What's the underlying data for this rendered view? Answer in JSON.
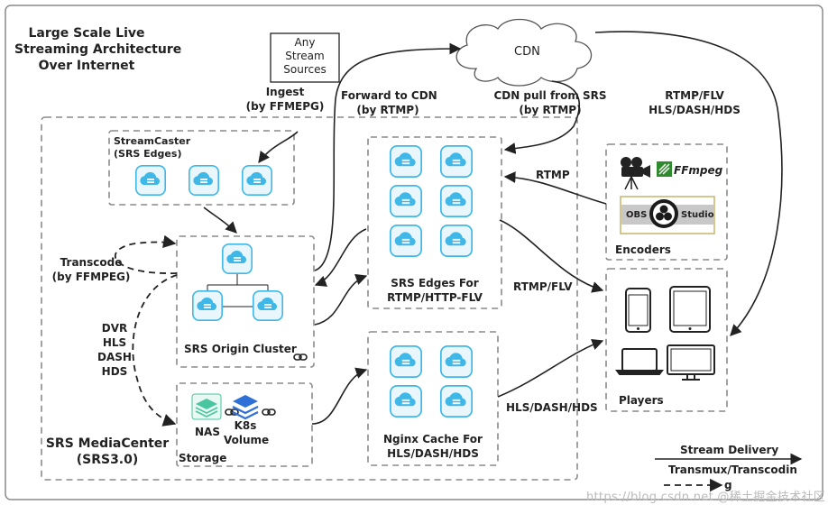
{
  "title": {
    "line1": "Large Scale Live",
    "line2": "Streaming Architecture",
    "line3": "Over Internet"
  },
  "sources": {
    "line1": "Any",
    "line2": "Stream",
    "line3": "Sources"
  },
  "cdn": "CDN",
  "labels": {
    "ingest_1": "Ingest",
    "ingest_2": "(by FFMEPG)",
    "forward_1": "Forward to CDN",
    "forward_2": "(by RTMP)",
    "cdnpull_1": "CDN pull from SRS",
    "cdnpull_2": "(by RTMP)",
    "rtmpflv_right_1": "RTMP/FLV",
    "rtmpflv_right_2": "HLS/DASH/HDS",
    "rtmp": "RTMP",
    "rtmpflv": "RTMP/FLV",
    "hls": "HLS/DASH/HDS",
    "transcode_1": "Transcode",
    "transcode_2": "(by FFMPEG)",
    "dvr": "DVR",
    "dvr_hls": "HLS",
    "dvr_dash": "DASH",
    "dvr_hds": "HDS"
  },
  "boxes": {
    "streamcaster_1": "StreamCaster",
    "streamcaster_2": "(SRS Edges)",
    "origin": "SRS Origin Cluster",
    "edges_1": "SRS Edges For",
    "edges_2": "RTMP/HTTP-FLV",
    "nginx_1": "Nginx Cache For",
    "nginx_2": "HLS/DASH/HDS",
    "storage": "Storage",
    "nas": "NAS",
    "k8s_1": "K8s",
    "k8s_2": "Volume",
    "mediacenter_1": "SRS MediaCenter",
    "mediacenter_2": "(SRS3.0)",
    "encoders": "Encoders",
    "players": "Players"
  },
  "encoders": {
    "ffmpeg": "FFmpeg",
    "obs_left": "OBS",
    "obs_right": "Studio"
  },
  "legend": {
    "delivery": "Stream Delivery",
    "transmux": "Transmux/Transcodin",
    "g": "g"
  },
  "watermark": "https://blog.csdn.net @稀土掘金技术社区",
  "colors": {
    "node": "#3fb8e8",
    "node_light": "#e9f7fd",
    "dash": "#8a8a8a",
    "line": "#222222",
    "nas": "#49c6a0",
    "k8s": "#2e6fd8",
    "ffmpeg": "#2e8b2e"
  }
}
